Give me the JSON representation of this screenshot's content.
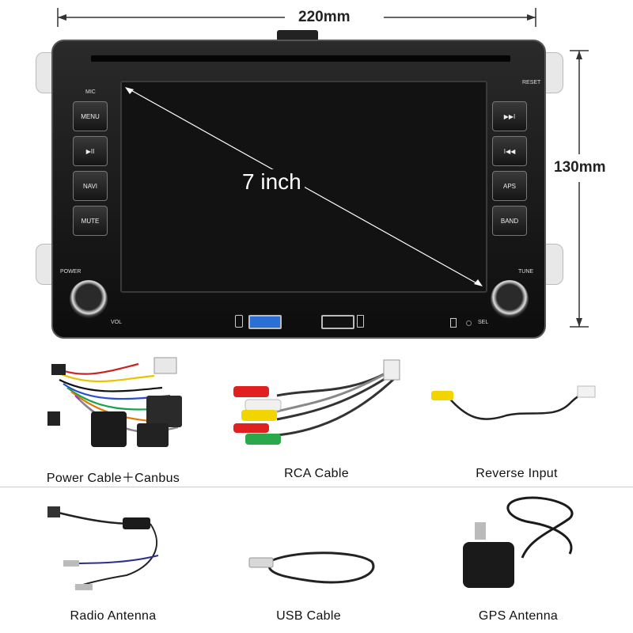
{
  "dimensions": {
    "width_label": "220mm",
    "height_label": "130mm"
  },
  "unit": {
    "screen_label": "7 inch",
    "labels": {
      "mic": "MIC",
      "reset": "RESET",
      "power": "POWER",
      "tune": "TUNE",
      "vol": "VOL",
      "sel": "SEL"
    },
    "left_buttons": [
      "MENU",
      "▶II",
      "NAVI",
      "MUTE"
    ],
    "right_buttons": [
      "▶▶I",
      "I◀◀",
      "APS",
      "BAND"
    ]
  },
  "accessories": {
    "row1": [
      "Power Cable＋Canbus",
      "RCA Cable",
      "Reverse Input"
    ],
    "row2": [
      "Radio Antenna",
      "USB Cable",
      "GPS Antenna"
    ]
  },
  "colors": {
    "rca": [
      "#e02020",
      "#f0f0f0",
      "#f2d400",
      "#2aa84a"
    ],
    "usb_port": "#2a6fd6"
  }
}
